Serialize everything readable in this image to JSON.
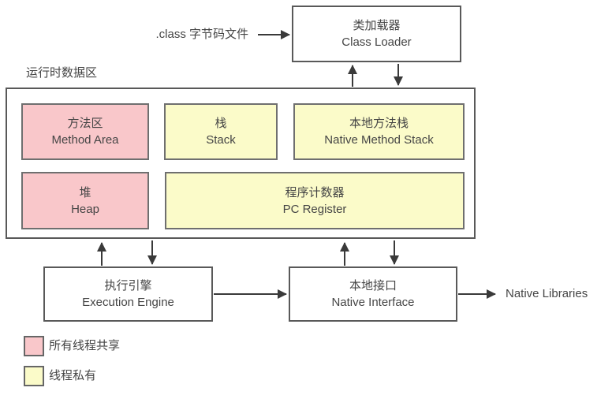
{
  "diagram": {
    "title_context": "JVM architecture",
    "class_file_label": ".class 字节码文件",
    "runtime_area_label": "运行时数据区",
    "boxes": {
      "class_loader": {
        "zh": "类加载器",
        "en": "Class Loader"
      },
      "method_area": {
        "zh": "方法区",
        "en": "Method Area"
      },
      "stack": {
        "zh": "栈",
        "en": "Stack"
      },
      "native_method_stack": {
        "zh": "本地方法栈",
        "en": "Native Method Stack"
      },
      "heap": {
        "zh": "堆",
        "en": "Heap"
      },
      "pc_register": {
        "zh": "程序计数器",
        "en": "PC Register"
      },
      "execution_engine": {
        "zh": "执行引擎",
        "en": "Execution Engine"
      },
      "native_interface": {
        "zh": "本地接口",
        "en": "Native Interface"
      }
    },
    "native_libraries_label": "Native Libraries",
    "legend": {
      "shared_label": "所有线程共享",
      "private_label": "线程私有"
    },
    "colors": {
      "shared_fill": "#f9c7ca",
      "private_fill": "#fbfbc9",
      "border_dark": "#595959",
      "border_box": "#6f6f6f",
      "arrow": "#3a3a3a",
      "text": "#454545",
      "background": "#ffffff"
    }
  }
}
